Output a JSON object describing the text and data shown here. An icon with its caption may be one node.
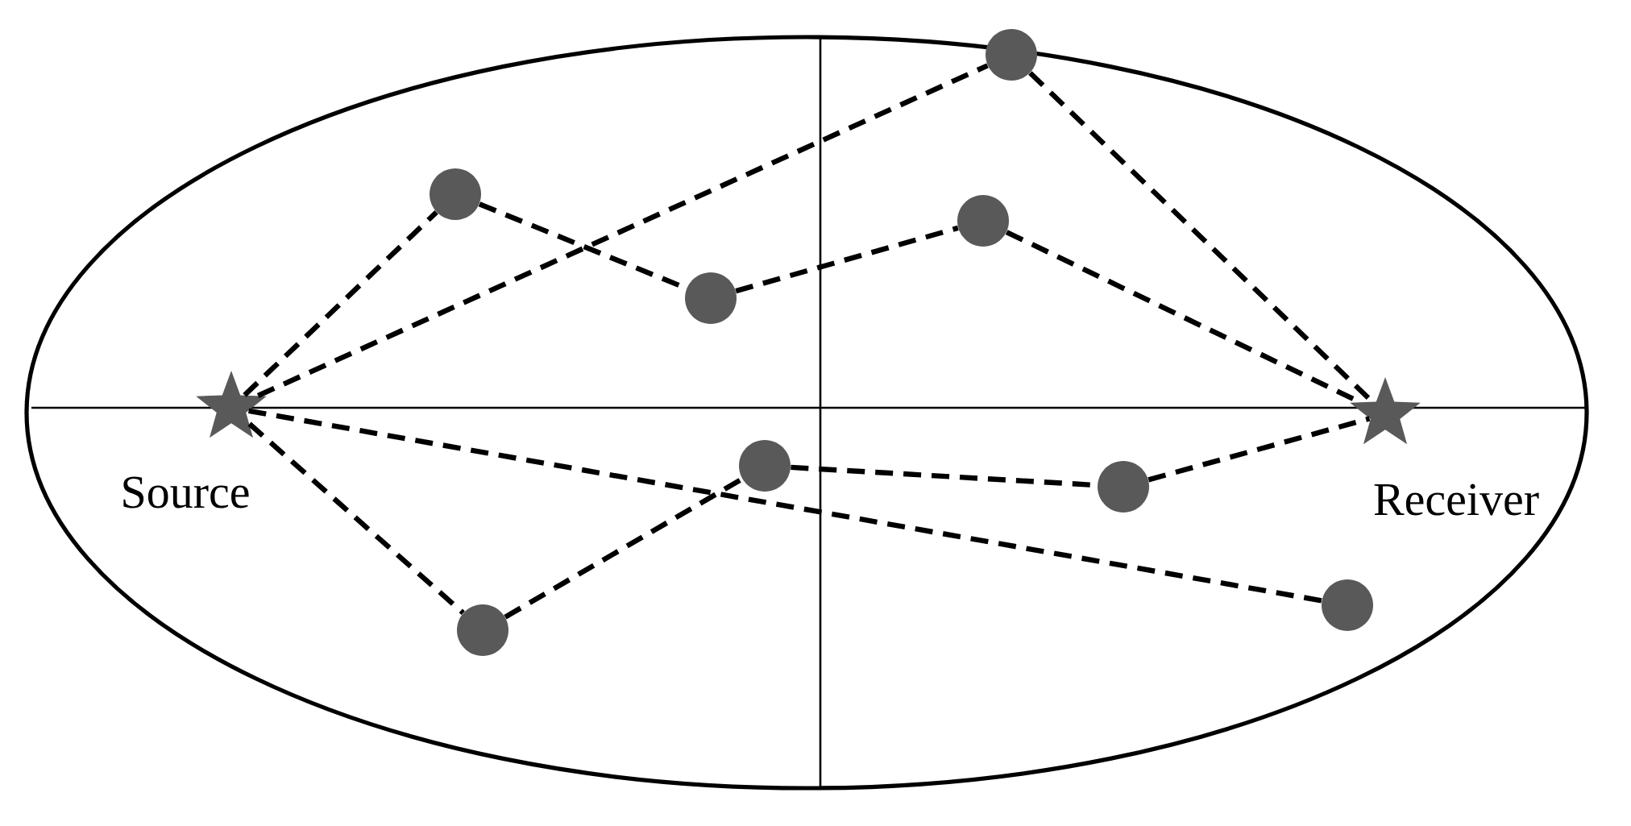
{
  "diagram": {
    "nodes": [
      {
        "text": [],
        "shape": "star",
        "beside": [
          "Source"
        ]
      },
      {
        "text": [],
        "shape": "star",
        "beside": [
          "Receiver"
        ]
      },
      {
        "text": [],
        "shape": "circle"
      },
      {
        "text": [],
        "shape": "circle"
      },
      {
        "text": [],
        "shape": "circle"
      },
      {
        "text": [],
        "shape": "circle"
      },
      {
        "text": [],
        "shape": "circle"
      },
      {
        "text": [],
        "shape": "circle"
      },
      {
        "text": [],
        "shape": "circle"
      },
      {
        "text": [],
        "shape": "circle"
      }
    ],
    "edges": [
      {
        "from": 0,
        "to": 2,
        "arrow": "none",
        "style": "dashed"
      },
      {
        "from": 2,
        "to": 3,
        "arrow": "none",
        "style": "dashed"
      },
      {
        "from": 3,
        "to": 4,
        "arrow": "none",
        "style": "dashed"
      },
      {
        "from": 4,
        "to": 1,
        "arrow": "none",
        "style": "dashed"
      },
      {
        "from": 0,
        "to": 5,
        "arrow": "none",
        "style": "dashed"
      },
      {
        "from": 5,
        "to": 1,
        "arrow": "none",
        "style": "dashed"
      },
      {
        "from": 0,
        "to": 8,
        "arrow": "none",
        "style": "dashed"
      },
      {
        "from": 8,
        "to": 6,
        "arrow": "none",
        "style": "dashed"
      },
      {
        "from": 6,
        "to": 7,
        "arrow": "none",
        "style": "dashed"
      },
      {
        "from": 7,
        "to": 1,
        "arrow": "none",
        "style": "dashed"
      },
      {
        "from": 0,
        "to": 9,
        "arrow": "none",
        "style": "dashed"
      }
    ]
  }
}
